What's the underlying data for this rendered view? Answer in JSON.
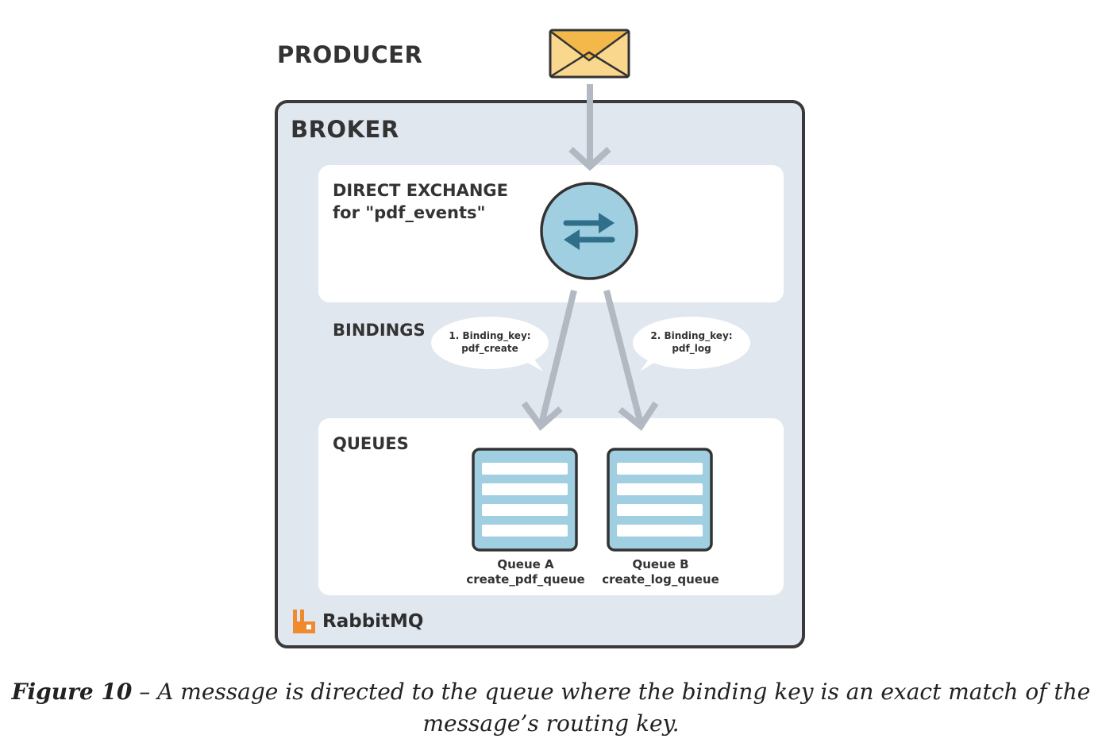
{
  "producer_label": "PRODUCER",
  "broker_label": "BROKER",
  "exchange": {
    "title_line1": "DIRECT EXCHANGE",
    "title_line2": "for \"pdf_events\""
  },
  "bindings_label": "BINDINGS",
  "binding_a": {
    "line1": "1. Binding_key:",
    "line2": "pdf_create"
  },
  "binding_b": {
    "line1": "2. Binding_key:",
    "line2": "pdf_log"
  },
  "queues_label": "QUEUES",
  "queue_a": {
    "name": "Queue A",
    "id": "create_pdf_queue"
  },
  "queue_b": {
    "name": "Queue B",
    "id": "create_log_queue"
  },
  "brand": "RabbitMQ",
  "caption": {
    "figure": "Figure 10",
    "text": " – A message is directed to the queue where the binding key is an exact match of the message’s routing key."
  },
  "colors": {
    "broker_bg": "#e1e7ef",
    "panel_bg": "#ffffff",
    "outline": "#3a3a3a",
    "arrow": "#b3b9c2",
    "exchange_fill": "#9fcfe0",
    "exchange_arrows": "#2f6f8a",
    "envelope_body": "#f9d78d",
    "envelope_flap": "#f4b74a",
    "queue_fill": "#9fcfe0",
    "logo": "#f08a2e"
  },
  "icons": [
    "envelope-icon",
    "exchange-swap-icon",
    "queue-icon",
    "rabbitmq-logo-icon"
  ]
}
